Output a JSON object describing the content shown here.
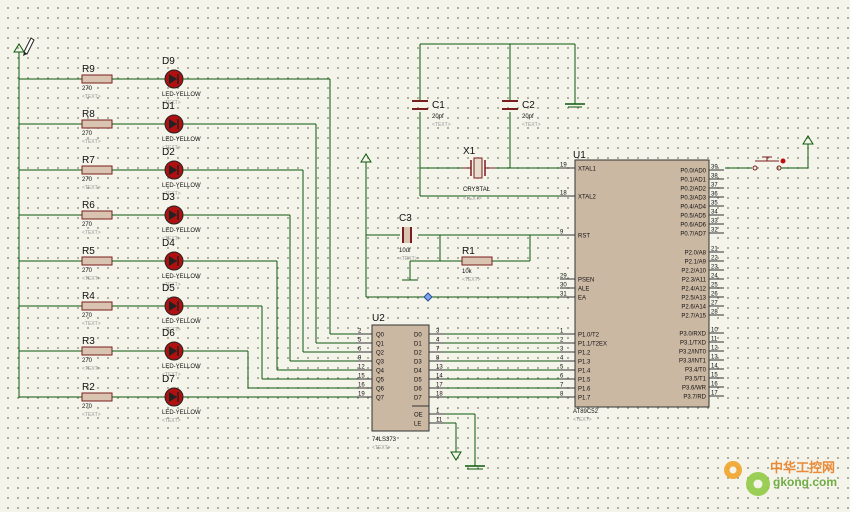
{
  "resistors_left": [
    {
      "ref": "R9",
      "value": "270"
    },
    {
      "ref": "R8",
      "value": "270"
    },
    {
      "ref": "R7",
      "value": "270"
    },
    {
      "ref": "R6",
      "value": "270"
    },
    {
      "ref": "R5",
      "value": "270"
    },
    {
      "ref": "R4",
      "value": "270"
    },
    {
      "ref": "R3",
      "value": "270"
    },
    {
      "ref": "R2",
      "value": "270"
    }
  ],
  "leds": [
    {
      "ref": "D9",
      "value": "LED-YELLOW"
    },
    {
      "ref": "D1",
      "value": "LED-YELLOW"
    },
    {
      "ref": "D2",
      "value": "LED-YELLOW"
    },
    {
      "ref": "D3",
      "value": "LED-YELLOW"
    },
    {
      "ref": "D4",
      "value": "LED-YELLOW"
    },
    {
      "ref": "D5",
      "value": "LED-YELLOW"
    },
    {
      "ref": "D6",
      "value": "LED-YELLOW"
    },
    {
      "ref": "D7",
      "value": "LED-YELLOW"
    }
  ],
  "text_placeholder": "<TEXT>",
  "c1": {
    "ref": "C1",
    "value": "20pf"
  },
  "c2": {
    "ref": "C2",
    "value": "20pf"
  },
  "c3": {
    "ref": "C3",
    "value": "10uf"
  },
  "x1": {
    "ref": "X1",
    "value": "CRYSTAL"
  },
  "r1": {
    "ref": "R1",
    "value": "10k"
  },
  "u1": {
    "ref": "U1",
    "part": "AT89C52",
    "left_pins": [
      {
        "num": "19",
        "name": "XTAL1"
      },
      {
        "num": "18",
        "name": "XTAL2"
      },
      {
        "num": "9",
        "name": "RST"
      },
      {
        "num": "29",
        "name": "PSEN"
      },
      {
        "num": "30",
        "name": "ALE"
      },
      {
        "num": "31",
        "name": "EA"
      },
      {
        "num": "1",
        "name": "P1.0/T2"
      },
      {
        "num": "2",
        "name": "P1.1/T2EX"
      },
      {
        "num": "3",
        "name": "P1.2"
      },
      {
        "num": "4",
        "name": "P1.3"
      },
      {
        "num": "5",
        "name": "P1.4"
      },
      {
        "num": "6",
        "name": "P1.5"
      },
      {
        "num": "7",
        "name": "P1.6"
      },
      {
        "num": "8",
        "name": "P1.7"
      }
    ],
    "right_pins": [
      {
        "num": "39",
        "name": "P0.0/AD0"
      },
      {
        "num": "38",
        "name": "P0.1/AD1"
      },
      {
        "num": "37",
        "name": "P0.2/AD2"
      },
      {
        "num": "36",
        "name": "P0.3/AD3"
      },
      {
        "num": "35",
        "name": "P0.4/AD4"
      },
      {
        "num": "34",
        "name": "P0.5/AD5"
      },
      {
        "num": "33",
        "name": "P0.6/AD6"
      },
      {
        "num": "32",
        "name": "P0.7/AD7"
      },
      {
        "num": "21",
        "name": "P2.0/A8"
      },
      {
        "num": "22",
        "name": "P2.1/A9"
      },
      {
        "num": "23",
        "name": "P2.2/A10"
      },
      {
        "num": "24",
        "name": "P2.3/A11"
      },
      {
        "num": "25",
        "name": "P2.4/A12"
      },
      {
        "num": "26",
        "name": "P2.5/A13"
      },
      {
        "num": "27",
        "name": "P2.6/A14"
      },
      {
        "num": "28",
        "name": "P2.7/A15"
      },
      {
        "num": "10",
        "name": "P3.0/RXD"
      },
      {
        "num": "11",
        "name": "P3.1/TXD"
      },
      {
        "num": "12",
        "name": "P3.2/INT0"
      },
      {
        "num": "13",
        "name": "P3.3/INT1"
      },
      {
        "num": "14",
        "name": "P3.4/T0"
      },
      {
        "num": "15",
        "name": "P3.5/T1"
      },
      {
        "num": "16",
        "name": "P3.6/WR"
      },
      {
        "num": "17",
        "name": "P3.7/RD"
      }
    ]
  },
  "u2": {
    "ref": "U2",
    "part": "74LS373",
    "left_pins": [
      {
        "num": "2",
        "name": "Q0"
      },
      {
        "num": "5",
        "name": "Q1"
      },
      {
        "num": "6",
        "name": "Q2"
      },
      {
        "num": "9",
        "name": "Q3"
      },
      {
        "num": "12",
        "name": "Q4"
      },
      {
        "num": "15",
        "name": "Q5"
      },
      {
        "num": "16",
        "name": "Q6"
      },
      {
        "num": "19",
        "name": "Q7"
      }
    ],
    "right_pins": [
      {
        "num": "3",
        "name": "D0"
      },
      {
        "num": "4",
        "name": "D1"
      },
      {
        "num": "7",
        "name": "D2"
      },
      {
        "num": "8",
        "name": "D3"
      },
      {
        "num": "13",
        "name": "D4"
      },
      {
        "num": "14",
        "name": "D5"
      },
      {
        "num": "17",
        "name": "D6"
      },
      {
        "num": "18",
        "name": "D7"
      }
    ],
    "ctrl_pins": [
      {
        "num": "1",
        "name": "OE"
      },
      {
        "num": "11",
        "name": "LE"
      }
    ]
  },
  "watermark": {
    "cn": "中华工控网",
    "url": "gkong.com"
  }
}
